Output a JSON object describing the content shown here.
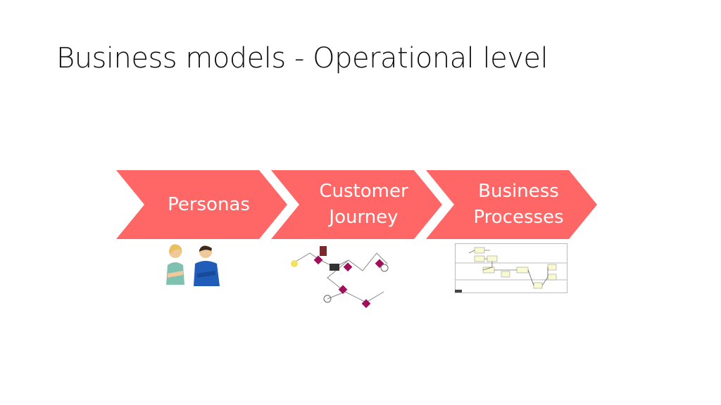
{
  "slide": {
    "title": "Business models - Operational level"
  },
  "steps": [
    {
      "label": "Personas",
      "illustration": "personas-people-icon"
    },
    {
      "label": "Customer Journey",
      "illustration": "customer-journey-map"
    },
    {
      "label": "Business Processes",
      "illustration": "bpmn-process-diagram"
    }
  ],
  "colors": {
    "chevron": "#FF6666",
    "title": "#111111"
  }
}
